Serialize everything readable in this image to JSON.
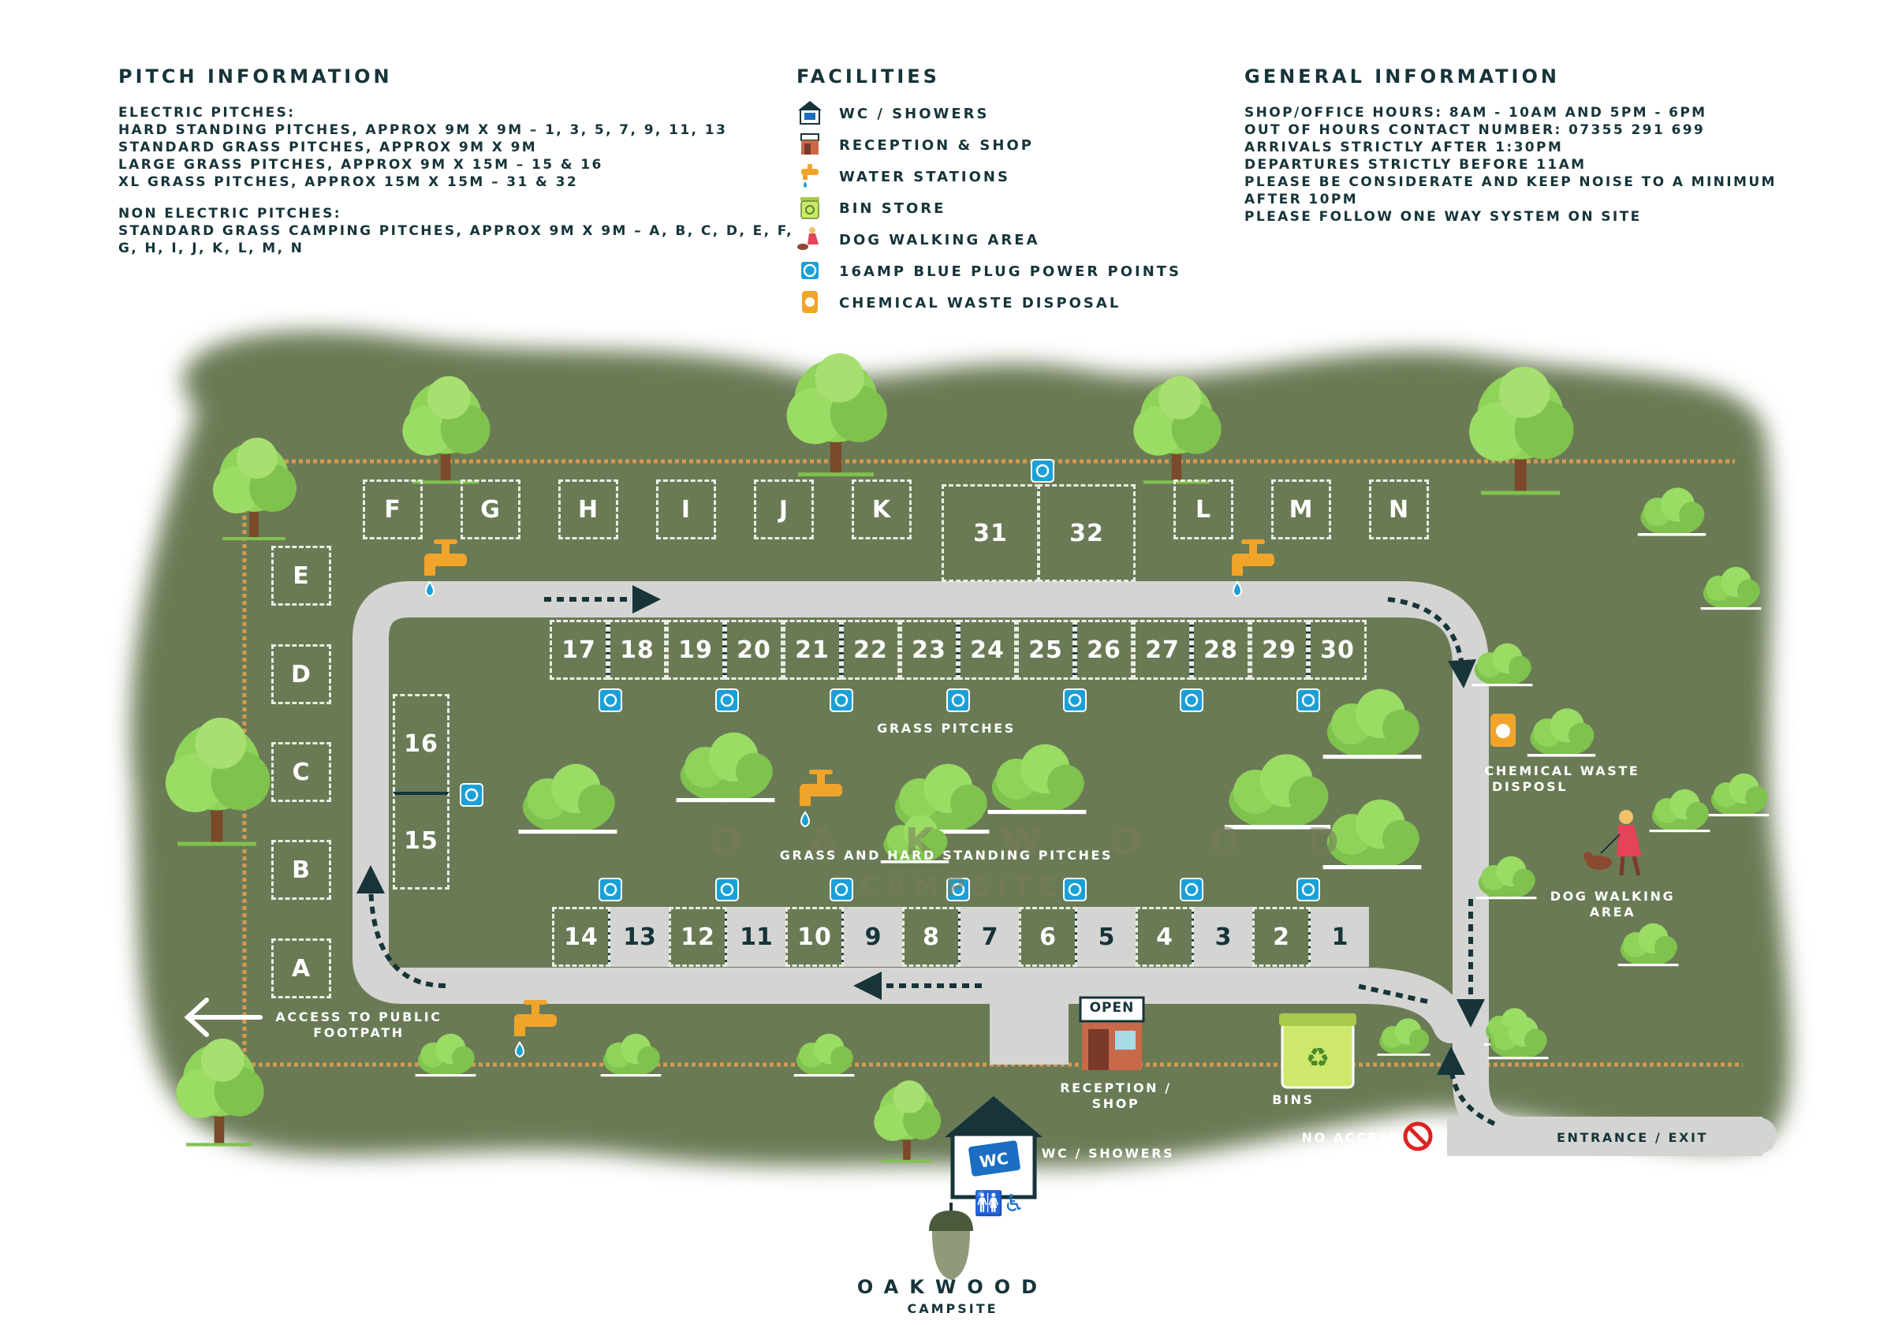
{
  "pitch_info": {
    "title": "PITCH INFORMATION",
    "electric_title": "ELECTRIC PITCHES:",
    "electric_lines": [
      "HARD STANDING PITCHES, APPROX 9M X 9M – 1, 3, 5, 7, 9, 11, 13",
      "STANDARD GRASS PITCHES, APPROX 9M X 9M",
      "LARGE GRASS PITCHES, APPROX 9M X 15M – 15 & 16",
      "XL GRASS PITCHES, APPROX 15M X 15M – 31 & 32"
    ],
    "non_electric_title": "NON ELECTRIC PITCHES:",
    "non_electric_lines": [
      "STANDARD GRASS CAMPING PITCHES, APPROX 9M X 9M – A, B, C, D, E, F,",
      "G, H, I, J, K, L, M, N"
    ]
  },
  "facilities": {
    "title": "FACILITIES",
    "items": [
      {
        "label": "WC / SHOWERS",
        "icon": "wc-house-icon"
      },
      {
        "label": "RECEPTION & SHOP",
        "icon": "reception-shop-icon"
      },
      {
        "label": "WATER STATIONS",
        "icon": "water-tap-icon"
      },
      {
        "label": "BIN STORE",
        "icon": "recycle-bin-icon"
      },
      {
        "label": "DOG WALKING AREA",
        "icon": "dog-walker-icon"
      },
      {
        "label": "16AMP BLUE PLUG POWER POINTS",
        "icon": "power-point-icon"
      },
      {
        "label": "CHEMICAL WASTE DISPOSAL",
        "icon": "chemical-waste-icon"
      }
    ]
  },
  "general_info": {
    "title": "GENERAL INFORMATION",
    "lines": [
      "SHOP/OFFICE HOURS: 8AM - 10AM AND 5PM - 6PM",
      "OUT OF HOURS CONTACT NUMBER: 07355 291 699",
      "ARRIVALS STRICTLY AFTER 1:30PM",
      "DEPARTURES STRICTLY BEFORE 11AM",
      "PLEASE BE CONSIDERATE AND KEEP NOISE TO A MINIMUM",
      "AFTER 10PM",
      "PLEASE FOLLOW ONE WAY SYSTEM ON SITE"
    ]
  },
  "map": {
    "colors": {
      "grass": "#6b7a55",
      "road": "#d4d5d3",
      "fence": "#d59a52",
      "text_dark": "#16343a",
      "power": "#1aa0d8",
      "tap": "#f0a52a"
    },
    "labels": {
      "grass_pitches": "GRASS  PITCHES",
      "grass_hard": "GRASS AND HARD STANDING PITCHES",
      "chemical": [
        "CHEMICAL WASTE",
        "DISPOSL"
      ],
      "dog": [
        "DOG WALKING",
        "AREA"
      ],
      "access": [
        "ACCESS TO PUBLIC",
        "FOOTPATH"
      ],
      "reception": [
        "RECEPTION /",
        "SHOP"
      ],
      "bins": "BINS",
      "no_access": "NO ACCESS",
      "entrance": "ENTRANCE / EXIT",
      "wc": "WC / SHOWERS",
      "open_sign": "OPEN",
      "wc_sign": "WC"
    },
    "non_electric_left": [
      "E",
      "D",
      "C",
      "B",
      "A"
    ],
    "non_electric_top": [
      "F",
      "G",
      "H",
      "I",
      "J",
      "K",
      "L",
      "M",
      "N"
    ],
    "xl_pitches": [
      "31",
      "32"
    ],
    "large_pitches": [
      "16",
      "15"
    ],
    "top_row": [
      "17",
      "18",
      "19",
      "20",
      "21",
      "22",
      "23",
      "24",
      "25",
      "26",
      "27",
      "28",
      "29",
      "30"
    ],
    "bottom_row": [
      {
        "id": "14",
        "hard": false
      },
      {
        "id": "13",
        "hard": true
      },
      {
        "id": "12",
        "hard": false
      },
      {
        "id": "11",
        "hard": true
      },
      {
        "id": "10",
        "hard": false
      },
      {
        "id": "9",
        "hard": true
      },
      {
        "id": "8",
        "hard": false
      },
      {
        "id": "7",
        "hard": true
      },
      {
        "id": "6",
        "hard": false
      },
      {
        "id": "5",
        "hard": true
      },
      {
        "id": "4",
        "hard": false
      },
      {
        "id": "3",
        "hard": true
      },
      {
        "id": "2",
        "hard": false
      },
      {
        "id": "1",
        "hard": true
      }
    ],
    "watermark": [
      "O A K W O O D",
      "CAMPSITE"
    ]
  },
  "logo": {
    "name": "OAKWOOD",
    "sub": "CAMPSITE"
  }
}
